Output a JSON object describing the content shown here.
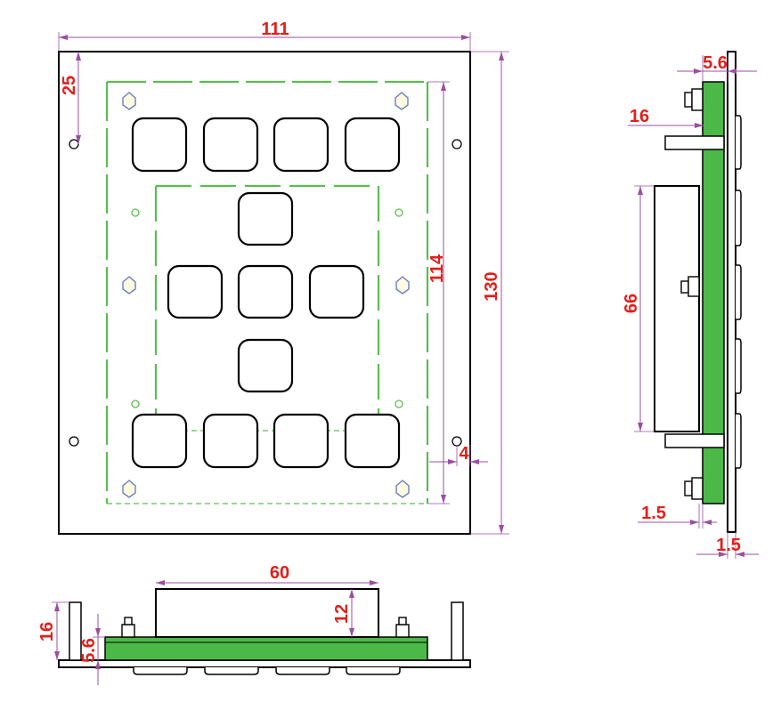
{
  "colors": {
    "dimension_text": "#e0201c",
    "dimension_line": "#9a4fa0",
    "pcb": "#4cb848",
    "outline": "#000000",
    "guide_dash": "#5bbd4f"
  },
  "dimensions": {
    "front_width": "111",
    "front_height": "130",
    "inner_height": "114",
    "top_offset": "25",
    "side_margin": "4",
    "side_thickness_top": "5.6",
    "side_standoff": "16",
    "side_module_height": "66",
    "side_plate_thickness_a": "1.5",
    "side_plate_thickness_b": "1.5",
    "bottom_module_width": "60",
    "bottom_module_height": "12",
    "bottom_total_height": "16",
    "bottom_pcb_thickness": "5.6"
  }
}
